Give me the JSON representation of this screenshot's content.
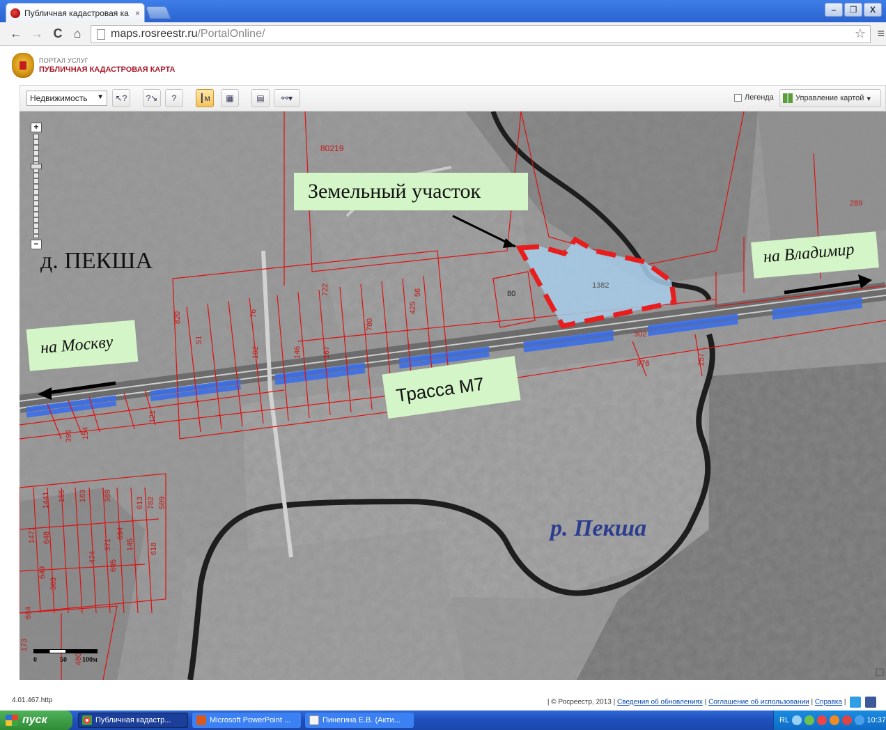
{
  "browser": {
    "tab_title": "Публичная кадастровая ка",
    "tab_close": "×",
    "url_host": "maps.rosreestr.ru",
    "url_path": "/PortalOnline/",
    "nav": {
      "back": "←",
      "forward": "→",
      "reload": "C",
      "home": "⌂",
      "star": "☆",
      "menu": "≡"
    },
    "window_buttons": {
      "minimize": "–",
      "restore": "❐",
      "close": "X"
    }
  },
  "portal": {
    "line1": "ПОРТАЛ УСЛУГ",
    "line2": "ПУБЛИЧНАЯ КАДАСТРОВАЯ КАРТА"
  },
  "map_toolbar": {
    "dropdown_value": "Недвижимость",
    "legend_label": "Легенда",
    "map_management": "Управление картой"
  },
  "map": {
    "callout_parcel": "Земельный участок",
    "callout_vladimir": "на Владимир",
    "callout_moscow": "на Москву",
    "callout_highway": "Трасса М7",
    "village": "д. ПЕКША",
    "river": "р. Пекша",
    "parcel_numbers": [
      "80219",
      "1382",
      "80",
      "289",
      "978",
      "302",
      "257",
      "820",
      "76",
      "722",
      "780",
      "425",
      "56",
      "167",
      "146",
      "102",
      "51",
      "396",
      "154",
      "121",
      "1441",
      "155",
      "163",
      "369",
      "613",
      "782",
      "589",
      "1471",
      "648",
      "474",
      "371",
      "694",
      "145",
      "618",
      "649",
      "303",
      "695",
      "684",
      "173",
      "480"
    ],
    "scale": {
      "s0": "0",
      "s1": "50",
      "s2": "100м"
    }
  },
  "footer": {
    "version": "4.01.467.http",
    "copyright": "| © Росреестр, 2013 |",
    "link_updates": "Сведения об обновлениях",
    "link_terms": "Соглашение об использовании",
    "link_help": "Справка"
  },
  "taskbar": {
    "start": "пуск",
    "items": [
      "Публичная кадастр...",
      "Microsoft PowerPoint ...",
      "Пинегина Е.В. (Акти..."
    ],
    "lang": "RL",
    "time": "10:37"
  }
}
